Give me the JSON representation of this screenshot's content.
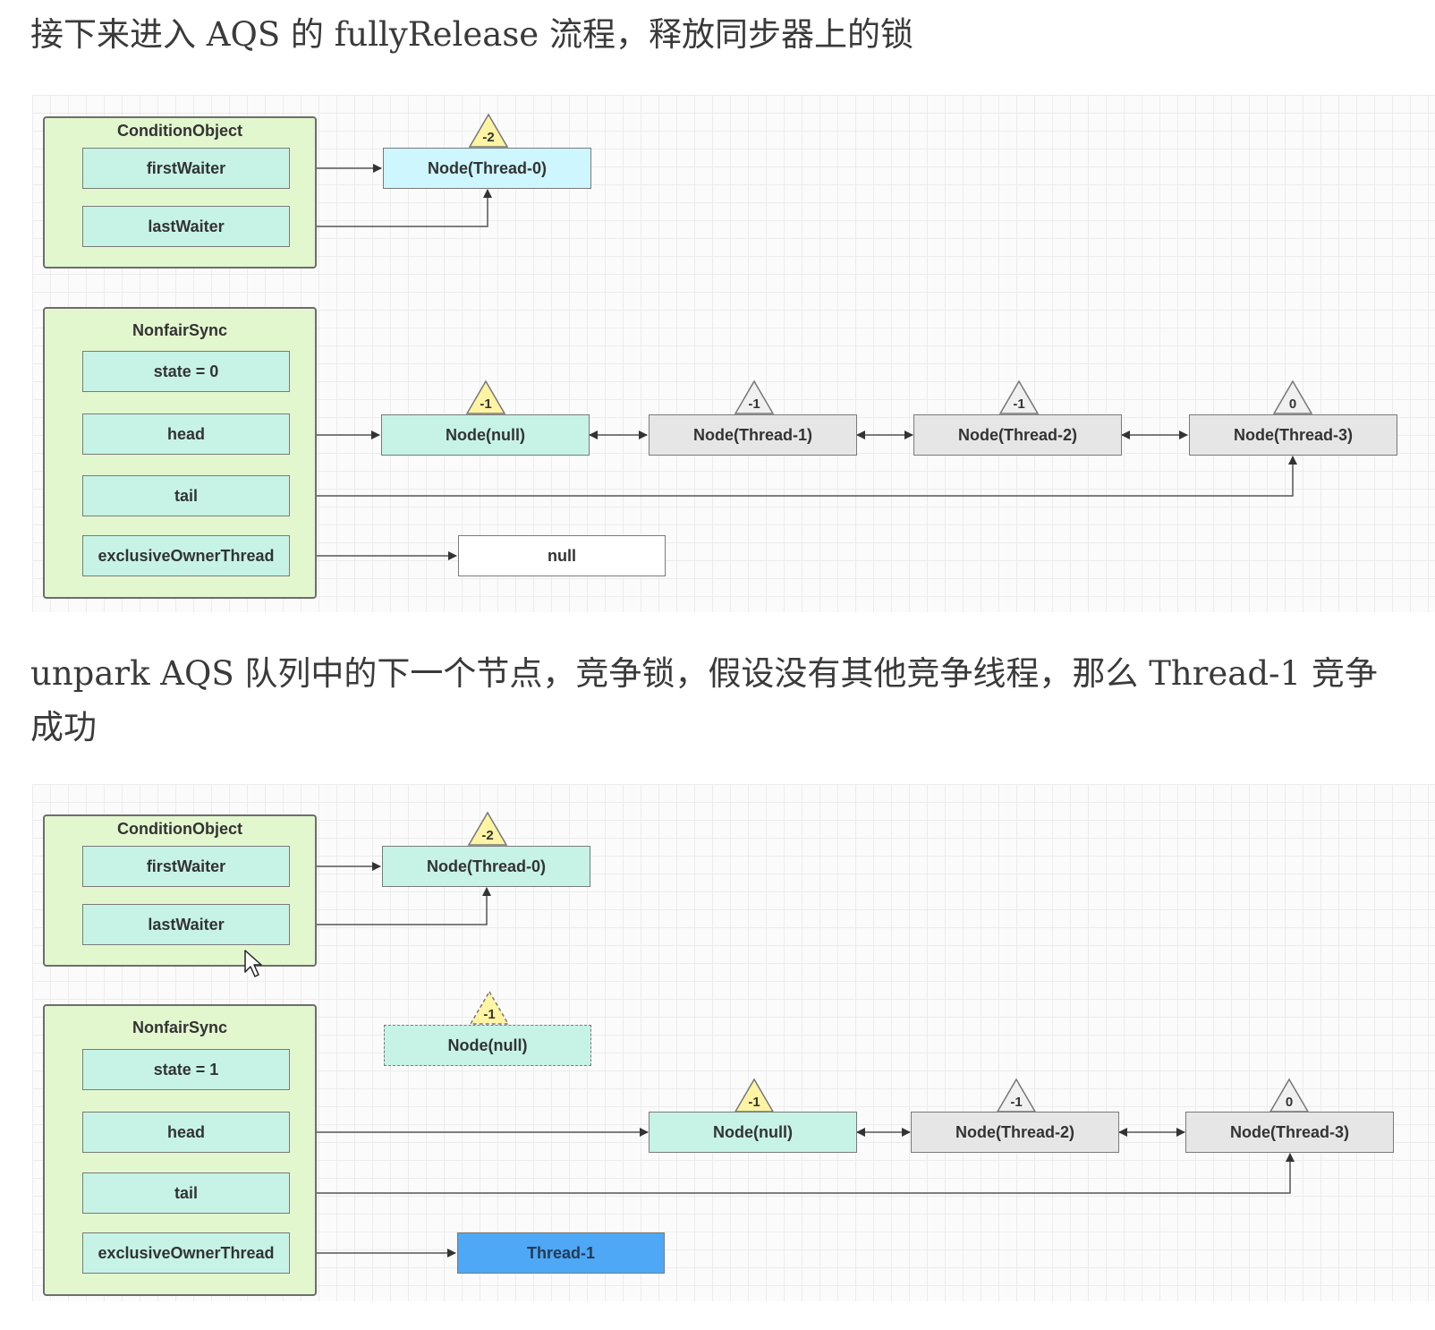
{
  "text1": "接下来进入 AQS 的 fullyRelease 流程，释放同步器上的锁",
  "text2_line1": "unpark AQS 队列中的下一个节点，竞争锁，假设没有其他竞争线程，那么 Thread-1 竞争",
  "text2_line2": "成功",
  "diagram1": {
    "condition": {
      "title": "ConditionObject",
      "first_waiter": "firstWaiter",
      "last_waiter": "lastWaiter"
    },
    "waiter_node": {
      "label": "Node(Thread-0)",
      "status": "-2"
    },
    "sync": {
      "title": "NonfairSync",
      "state": "state = 0",
      "head": "head",
      "tail": "tail",
      "owner": "exclusiveOwnerThread"
    },
    "queue": [
      {
        "label": "Node(null)",
        "status": "-1"
      },
      {
        "label": "Node(Thread-1)",
        "status": "-1"
      },
      {
        "label": "Node(Thread-2)",
        "status": "-1"
      },
      {
        "label": "Node(Thread-3)",
        "status": "0"
      }
    ],
    "owner_value": "null"
  },
  "diagram2": {
    "condition": {
      "title": "ConditionObject",
      "first_waiter": "firstWaiter",
      "last_waiter": "lastWaiter"
    },
    "waiter_node": {
      "label": "Node(Thread-0)",
      "status": "-2"
    },
    "detached_node": {
      "label": "Node(null)",
      "status": "-1"
    },
    "sync": {
      "title": "NonfairSync",
      "state": "state = 1",
      "head": "head",
      "tail": "tail",
      "owner": "exclusiveOwnerThread"
    },
    "queue": [
      {
        "label": "Node(null)",
        "status": "-1"
      },
      {
        "label": "Node(Thread-2)",
        "status": "-1"
      },
      {
        "label": "Node(Thread-3)",
        "status": "0"
      }
    ],
    "owner_value": "Thread-1"
  },
  "colors": {
    "container_bg": "#e3f7cf",
    "field_bg": "#c6f3e6",
    "waiter_node_bg": "#cdf6ff",
    "queue_node_gray": "#e6e6e6",
    "owner_thread_bg": "#4ea8f5",
    "status_yellow": "#fff4a3",
    "status_gray": "#f0f0f0"
  }
}
